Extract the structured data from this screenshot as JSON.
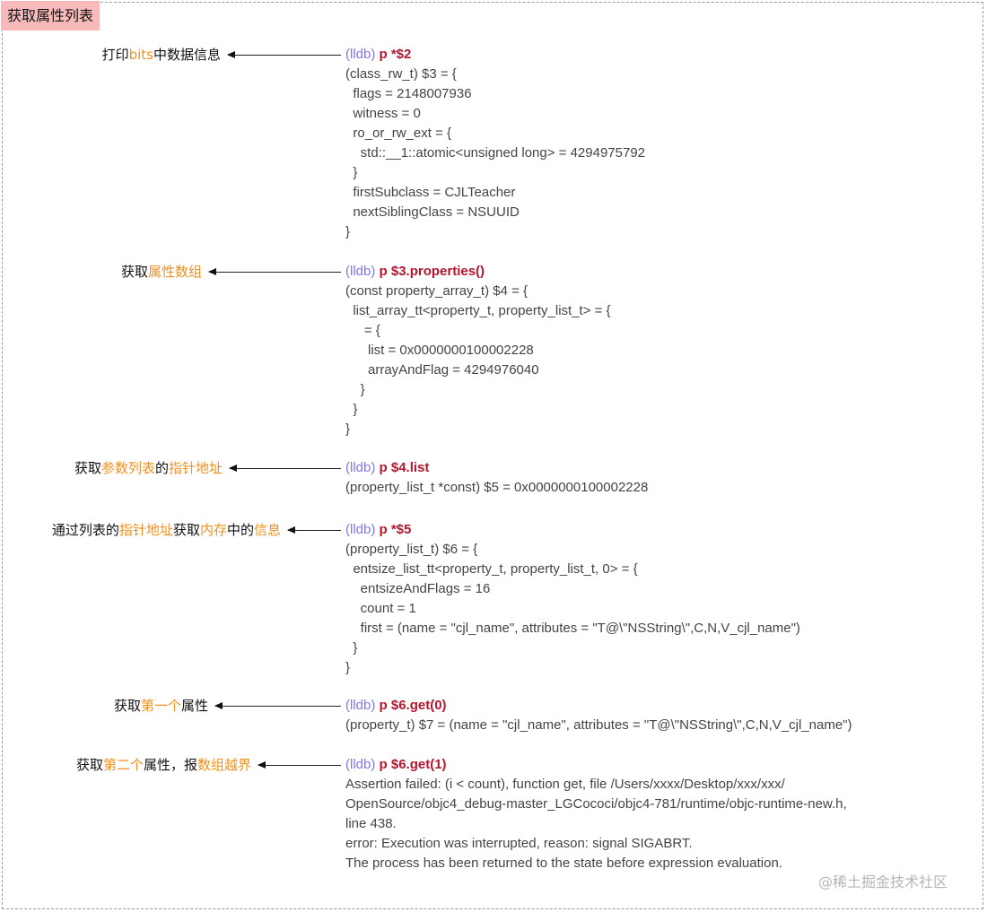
{
  "title": "获取属性列表",
  "colors": {
    "title_bg": "#f7b9b9",
    "highlight": "#f0901e",
    "prompt": "#7f78e0",
    "command": "#b3162f",
    "output": "#444444"
  },
  "steps": [
    {
      "annotation": [
        {
          "t": "打印",
          "h": false
        },
        {
          "t": "bits",
          "h": true
        },
        {
          "t": "中数据信息",
          "h": false
        }
      ],
      "prompt": "(lldb)",
      "command": "p *$2",
      "output": [
        "(class_rw_t) $3 = {",
        "  flags = 2148007936",
        "  witness = 0",
        "  ro_or_rw_ext = {",
        "    std::__1::atomic<unsigned long> = 4294975792",
        "  }",
        "  firstSubclass = CJLTeacher",
        "  nextSiblingClass = NSUUID",
        "}"
      ]
    },
    {
      "annotation": [
        {
          "t": "获取",
          "h": false
        },
        {
          "t": "属性数组",
          "h": true
        }
      ],
      "prompt": "(lldb)",
      "command": "p $3.properties()",
      "output": [
        "(const property_array_t) $4 = {",
        "  list_array_tt<property_t, property_list_t> = {",
        "     = {",
        "      list = 0x0000000100002228",
        "      arrayAndFlag = 4294976040",
        "    }",
        "  }",
        "}"
      ]
    },
    {
      "annotation": [
        {
          "t": "获取",
          "h": false
        },
        {
          "t": "参数列表",
          "h": true
        },
        {
          "t": "的",
          "h": false
        },
        {
          "t": "指针地址",
          "h": true
        }
      ],
      "prompt": "(lldb)",
      "command": "p $4.list",
      "output": [
        "(property_list_t *const) $5 = 0x0000000100002228"
      ]
    },
    {
      "annotation": [
        {
          "t": "通过列表的",
          "h": false
        },
        {
          "t": "指针地址",
          "h": true
        },
        {
          "t": "获取",
          "h": false
        },
        {
          "t": "内存",
          "h": true
        },
        {
          "t": "中的",
          "h": false
        },
        {
          "t": "信息",
          "h": true
        }
      ],
      "prompt": "(lldb)",
      "command": "p *$5",
      "output": [
        "(property_list_t) $6 = {",
        "  entsize_list_tt<property_t, property_list_t, 0> = {",
        "    entsizeAndFlags = 16",
        "    count = 1",
        "    first = (name = \"cjl_name\", attributes = \"T@\\\"NSString\\\",C,N,V_cjl_name\")",
        "  }",
        "}"
      ]
    },
    {
      "annotation": [
        {
          "t": "获取",
          "h": false
        },
        {
          "t": "第一个",
          "h": true
        },
        {
          "t": "属性",
          "h": false
        }
      ],
      "prompt": "(lldb)",
      "command": "p $6.get(0)",
      "output": [
        "(property_t) $7 = (name = \"cjl_name\", attributes = \"T@\\\"NSString\\\",C,N,V_cjl_name\")"
      ]
    },
    {
      "annotation": [
        {
          "t": "获取",
          "h": false
        },
        {
          "t": "第二个",
          "h": true
        },
        {
          "t": "属性，报",
          "h": false
        },
        {
          "t": "数组越界",
          "h": true
        }
      ],
      "prompt": "(lldb)",
      "command": "p $6.get(1)",
      "output": [
        "Assertion failed: (i < count), function get, file /Users/xxxx/Desktop/xxx/xxx/",
        "OpenSource/objc4_debug-master_LGCococi/objc4-781/runtime/objc-runtime-new.h,",
        "line 438.",
        "error: Execution was interrupted, reason: signal SIGABRT.",
        "The process has been returned to the state before expression evaluation."
      ]
    }
  ],
  "watermark": "@稀土掘金技术社区"
}
